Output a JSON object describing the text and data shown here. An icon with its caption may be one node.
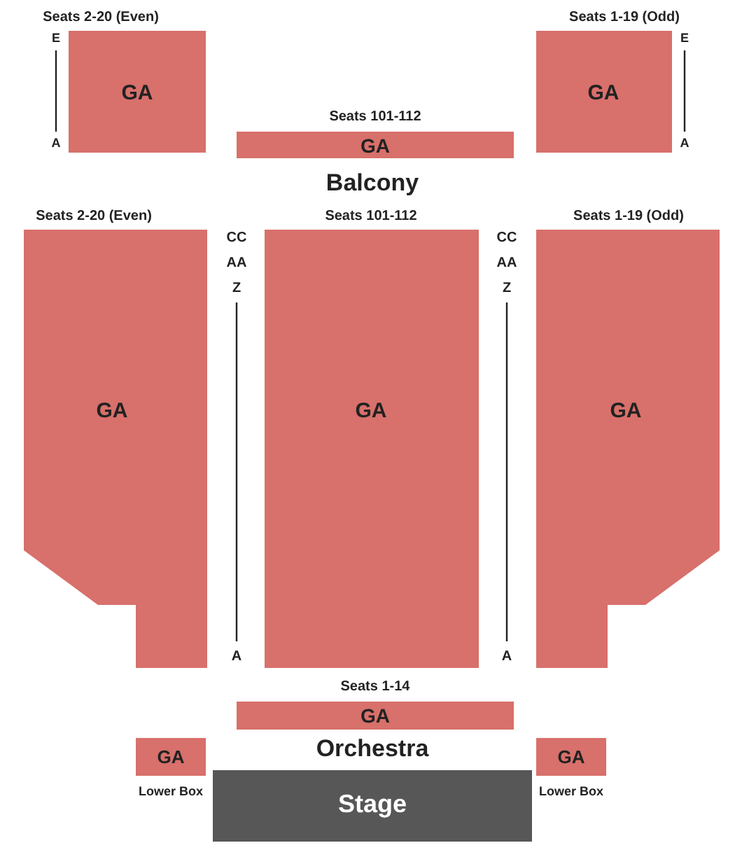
{
  "diagram": {
    "nodes": [
      {
        "text": [
          "Seats 2-20 (Even)",
          "GA"
        ]
      },
      {
        "text": [
          "Seats 1-19 (Odd)",
          "GA"
        ]
      },
      {
        "text": [
          "Seats 101-112",
          "GA"
        ]
      },
      {
        "text": [
          "Seats 2-20 (Even)",
          "GA"
        ]
      },
      {
        "text": [
          "Seats 101-112",
          "GA"
        ]
      },
      {
        "text": [
          "Seats 1-19 (Odd)",
          "GA"
        ]
      },
      {
        "text": [
          "Seats 1-14",
          "GA"
        ]
      },
      {
        "text": [
          "GA",
          "Lower Box"
        ]
      },
      {
        "text": [
          "GA",
          "Lower Box"
        ]
      },
      {
        "text": [
          "Stage"
        ]
      }
    ],
    "labels": [
      "E",
      "E",
      "A",
      "A",
      "Balcony",
      "CC",
      "CC",
      "AA",
      "AA",
      "Z",
      "Z",
      "A",
      "A",
      "Orchestra"
    ]
  }
}
